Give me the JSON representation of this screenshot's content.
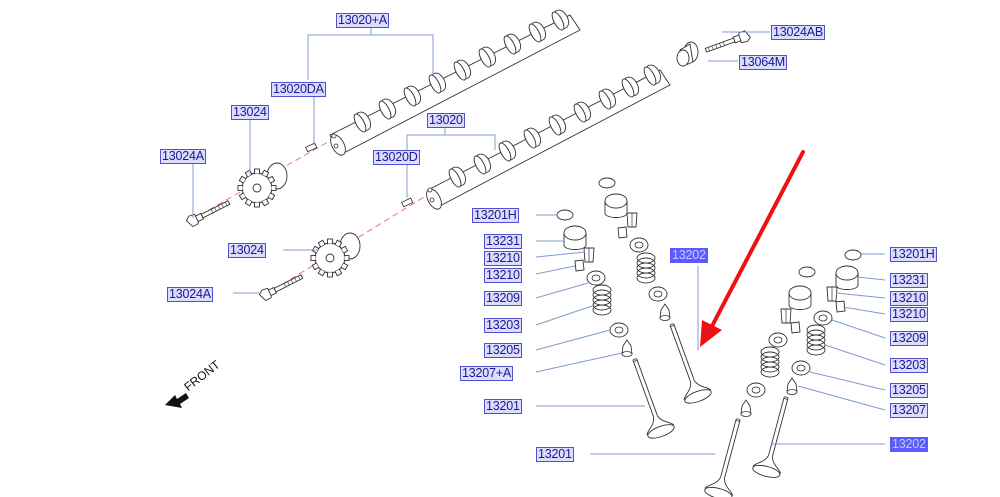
{
  "diagram": {
    "title": "Camshaft & Valve Mechanism",
    "orientation_label": "FRONT",
    "colors": {
      "label_text": "#1a1a8c",
      "label_bg": "#dcdcff",
      "label_border": "#5050d0",
      "highlight_bg": "#5a5aff",
      "leader_line": "#7f9ccc",
      "drawing_line": "#333333",
      "centerline": "#e06060",
      "pointer_arrow": "#ee1111"
    },
    "callouts": [
      {
        "id": "13020+A",
        "text": "13020+A",
        "highlighted": false
      },
      {
        "id": "13024AB",
        "text": "13024AB",
        "highlighted": false
      },
      {
        "id": "13064M",
        "text": "13064M",
        "highlighted": false
      },
      {
        "id": "13020DA",
        "text": "13020DA",
        "highlighted": false
      },
      {
        "id": "13024-upper",
        "text": "13024",
        "highlighted": false
      },
      {
        "id": "13020",
        "text": "13020",
        "highlighted": false
      },
      {
        "id": "13024A-upper",
        "text": "13024A",
        "highlighted": false
      },
      {
        "id": "13020D",
        "text": "13020D",
        "highlighted": false
      },
      {
        "id": "13024-lower",
        "text": "13024",
        "highlighted": false
      },
      {
        "id": "13024A-lower",
        "text": "13024A",
        "highlighted": false
      },
      {
        "id": "13201H-left",
        "text": "13201H",
        "highlighted": false
      },
      {
        "id": "13231-left",
        "text": "13231",
        "highlighted": false
      },
      {
        "id": "13210-left-a",
        "text": "13210",
        "highlighted": false
      },
      {
        "id": "13210-left-b",
        "text": "13210",
        "highlighted": false
      },
      {
        "id": "13209-left",
        "text": "13209",
        "highlighted": false
      },
      {
        "id": "13203-left",
        "text": "13203",
        "highlighted": false
      },
      {
        "id": "13205-left",
        "text": "13205",
        "highlighted": false
      },
      {
        "id": "13207+A",
        "text": "13207+A",
        "highlighted": false
      },
      {
        "id": "13201-left-a",
        "text": "13201",
        "highlighted": false
      },
      {
        "id": "13201-left-b",
        "text": "13201",
        "highlighted": false
      },
      {
        "id": "13202-center",
        "text": "13202",
        "highlighted": true
      },
      {
        "id": "13201H-right",
        "text": "13201H",
        "highlighted": false
      },
      {
        "id": "13231-right",
        "text": "13231",
        "highlighted": false
      },
      {
        "id": "13210-right-a",
        "text": "13210",
        "highlighted": false
      },
      {
        "id": "13210-right-b",
        "text": "13210",
        "highlighted": false
      },
      {
        "id": "13209-right",
        "text": "13209",
        "highlighted": false
      },
      {
        "id": "13203-right",
        "text": "13203",
        "highlighted": false
      },
      {
        "id": "13205-right",
        "text": "13205",
        "highlighted": false
      },
      {
        "id": "13207-right",
        "text": "13207",
        "highlighted": false
      },
      {
        "id": "13202-right",
        "text": "13202",
        "highlighted": true
      }
    ],
    "parts": [
      {
        "name": "intake-camshaft",
        "part_no": "13020+A"
      },
      {
        "name": "exhaust-camshaft",
        "part_no": "13020"
      },
      {
        "name": "camshaft-dowel-pin-upper",
        "part_no": "13020DA"
      },
      {
        "name": "camshaft-dowel-pin-lower",
        "part_no": "13020D"
      },
      {
        "name": "camshaft-sprocket-upper",
        "part_no": "13024"
      },
      {
        "name": "camshaft-sprocket-lower",
        "part_no": "13024"
      },
      {
        "name": "sprocket-bolt-upper",
        "part_no": "13024A"
      },
      {
        "name": "sprocket-bolt-lower",
        "part_no": "13024A"
      },
      {
        "name": "rear-bolt",
        "part_no": "13024AB"
      },
      {
        "name": "camshaft-end-plug",
        "part_no": "13064M"
      },
      {
        "name": "valve-lifter-shim",
        "part_no": "13201H"
      },
      {
        "name": "valve-lifter",
        "part_no": "13231"
      },
      {
        "name": "valve-collet",
        "part_no": "13210"
      },
      {
        "name": "valve-spring-retainer",
        "part_no": "13209"
      },
      {
        "name": "valve-spring",
        "part_no": "13203"
      },
      {
        "name": "valve-spring-seat",
        "part_no": "13205"
      },
      {
        "name": "valve-oil-seal",
        "part_no": "13207"
      },
      {
        "name": "intake-valve",
        "part_no": "13201"
      },
      {
        "name": "exhaust-valve",
        "part_no": "13202"
      }
    ]
  }
}
